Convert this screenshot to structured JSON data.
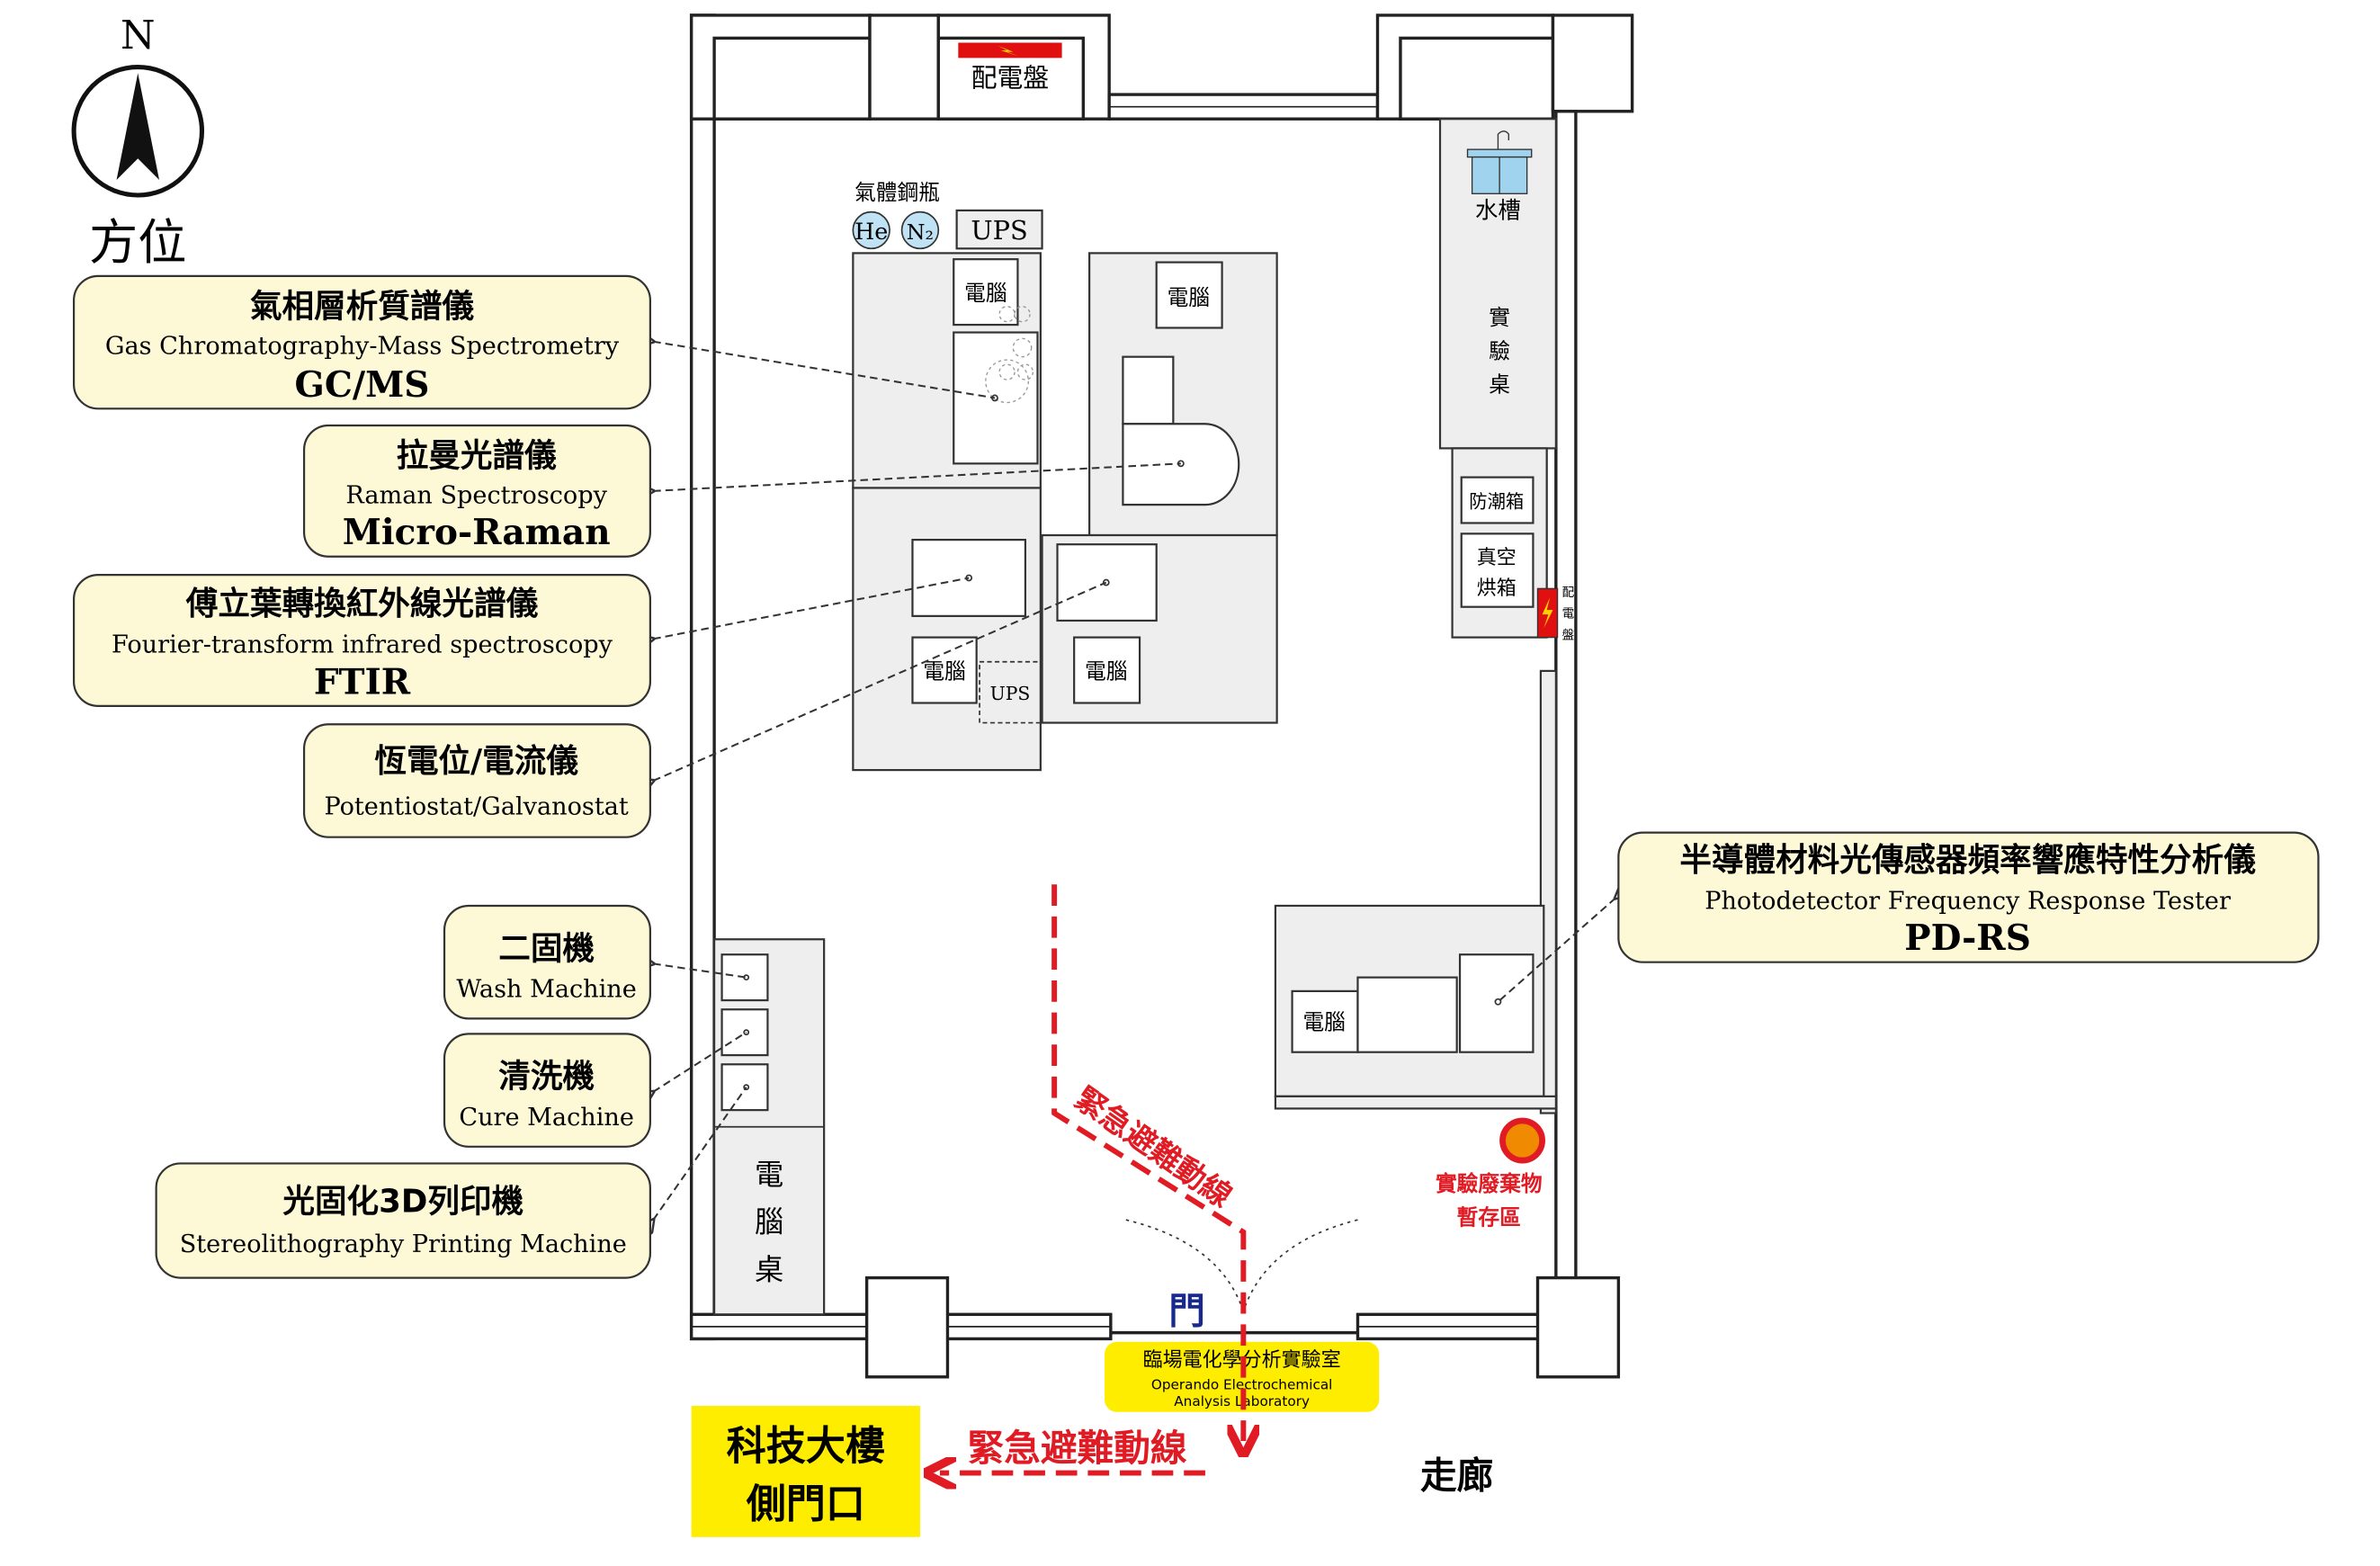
{
  "compass": {
    "north": "N",
    "label": "方位"
  },
  "top": {
    "power_panel": "配電盤",
    "gas_cylinders": "氣體鋼瓶",
    "he": "He",
    "n2": "N₂",
    "ups": "UPS"
  },
  "equipment": {
    "computer": "電腦",
    "ups_small": "UPS",
    "sink": "水槽",
    "lab_bench": [
      "實",
      "驗",
      "桌"
    ],
    "dry_cabinet": "防潮箱",
    "vacuum_oven": [
      "真空",
      "烘箱"
    ],
    "power_panel_side": [
      "配",
      "電",
      "盤"
    ],
    "computer_desk": [
      "電",
      "腦",
      "桌"
    ],
    "waste": [
      "實驗廢棄物",
      "暫存區"
    ],
    "door": "門"
  },
  "labels": [
    {
      "zh": "氣相層析質譜儀",
      "en": "Gas Chromatography-Mass Spectrometry",
      "abbr": "GC/MS"
    },
    {
      "zh": "拉曼光譜儀",
      "en": "Raman Spectroscopy",
      "abbr": "Micro-Raman"
    },
    {
      "zh": "傅立葉轉換紅外線光譜儀",
      "en": "Fourier-transform infrared spectroscopy",
      "abbr": "FTIR"
    },
    {
      "zh": "恆電位/電流儀",
      "en": "Potentiostat/Galvanostat"
    },
    {
      "zh": "二固機",
      "en": "Wash Machine"
    },
    {
      "zh": "清洗機",
      "en": "Cure Machine"
    },
    {
      "zh": "光固化3D列印機",
      "en": "Stereolithography Printing Machine"
    },
    {
      "zh": "半導體材料光傳感器頻率響應特性分析儀",
      "en": "Photodetector Frequency Response Tester",
      "abbr": "PD-RS"
    }
  ],
  "lab_sign": {
    "zh": "臨場電化學分析實驗室",
    "en1": "Operando Electrochemical",
    "en2": "Analysis Laboratory"
  },
  "exit": {
    "line1": "科技大樓",
    "line2": "側門口"
  },
  "evacuation_route": "緊急避難動線",
  "corridor": "走廊",
  "colors": {
    "route": "#e01b24",
    "label_fill": "#fdf9d6",
    "exit_fill": "#ffed00",
    "door_text": "#1a2a8c",
    "waste": "#f08a00"
  }
}
